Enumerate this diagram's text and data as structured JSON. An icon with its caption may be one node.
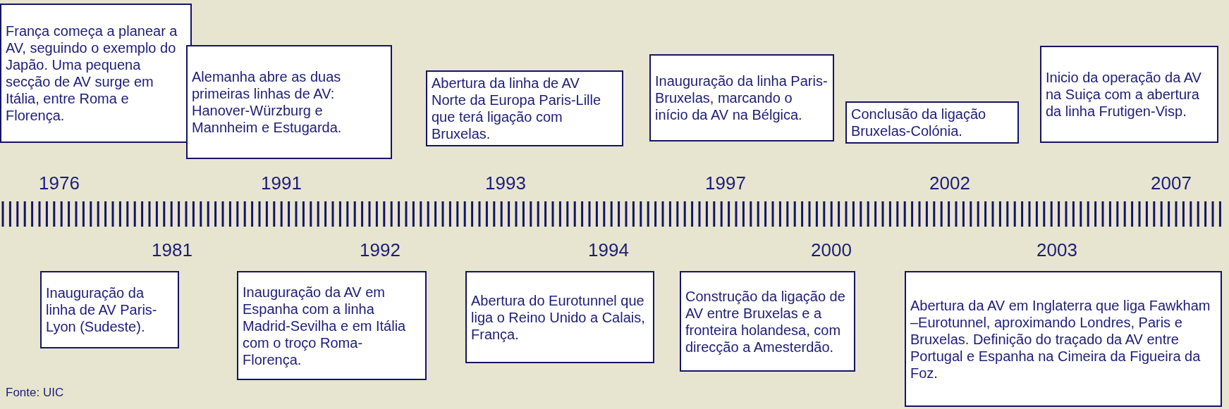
{
  "diagram": {
    "nodes": [
      {
        "text": [
          "França começa a planear a AV, seguindo o exemplo do Japão. Uma pequena secção de AV surge em Itália, entre Roma e Florença."
        ],
        "beside": [
          "1976"
        ]
      },
      {
        "text": [
          "Alemanha abre as duas primeiras linhas de AV: Hanover-Würzburg e Mannheim e Estugarda."
        ],
        "beside": [
          "1991"
        ]
      },
      {
        "text": [
          "Abertura da linha de AV Norte da Europa Paris-Lille que terá ligação com Bruxelas."
        ],
        "beside": [
          "1993"
        ]
      },
      {
        "text": [
          "Inauguração da linha Paris-Bruxelas, marcando o início da AV na Bélgica."
        ],
        "beside": [
          "1997"
        ]
      },
      {
        "text": [
          "Conclusão da ligação Bruxelas-Colónia."
        ],
        "beside": [
          "2002"
        ]
      },
      {
        "text": [
          "Inicio da operação da AV na Suiça com a abertura da linha Frutigen-Visp."
        ],
        "beside": [
          "2007"
        ]
      },
      {
        "text": [
          "Inauguração da linha de AV Paris-Lyon (Sudeste)."
        ],
        "beside": [
          "1981"
        ]
      },
      {
        "text": [
          "Inauguração da AV em Espanha com a linha Madrid-Sevilha e em Itália com o troço Roma-Florença."
        ],
        "beside": [
          "1992"
        ]
      },
      {
        "text": [
          "Abertura do Eurotunnel que liga o Reino Unido a Calais, França."
        ],
        "beside": [
          "1994"
        ]
      },
      {
        "text": [
          "Construção da ligação de AV entre Bruxelas e a fronteira holandesa, com direcção a Amesterdão."
        ],
        "beside": [
          "2000"
        ]
      },
      {
        "text": [
          "Abertura da AV em Inglaterra que liga Fawkham –Eurotunnel, aproximando Londres, Paris e Bruxelas. Definição do traçado da AV entre Portugal e Espanha na Cimeira da Figueira da Foz."
        ],
        "beside": [
          "2003"
        ]
      }
    ],
    "edges": [],
    "labels": [
      "Fonte: UIC"
    ]
  }
}
